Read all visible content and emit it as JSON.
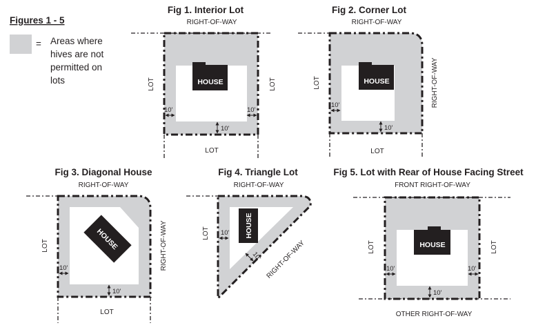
{
  "legend": {
    "heading": "Figures 1 - 5",
    "equals": "=",
    "lines": [
      "Areas where",
      "hives are not",
      "permitted on",
      "lots"
    ],
    "swatch_color": "#d1d2d4"
  },
  "labels": {
    "house": "HOUSE",
    "lot": "LOT",
    "right_of_way": "RIGHT-OF-WAY",
    "ten_ft": "10'"
  },
  "figures": {
    "fig1": {
      "title": "Fig 1. Interior Lot"
    },
    "fig2": {
      "title": "Fig 2. Corner Lot"
    },
    "fig3": {
      "title": "Fig 3. Diagonal House"
    },
    "fig4": {
      "title": "Fig 4. Triangle Lot"
    },
    "fig5": {
      "title": "Fig 5. Lot with Rear of House Facing Street",
      "top_label": "FRONT RIGHT-OF-WAY",
      "bottom_label": "OTHER RIGHT-OF-WAY"
    }
  },
  "colors": {
    "restricted_zone": "#d1d2d4",
    "lines_and_house": "#231f20"
  }
}
